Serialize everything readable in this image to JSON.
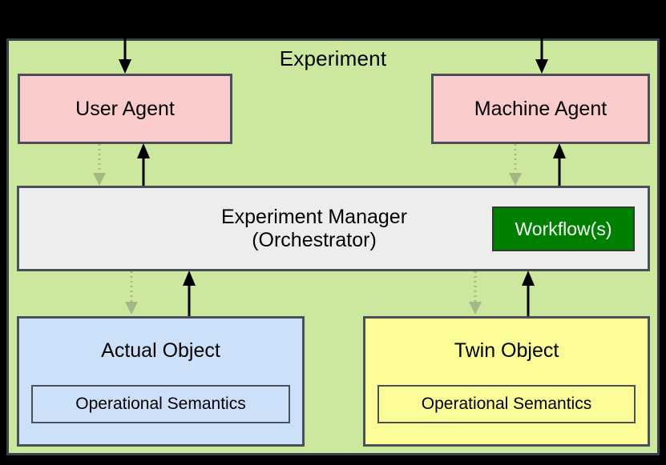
{
  "diagram": {
    "title": "Experiment",
    "background_color": "#000000",
    "panel_color": "#cce79e",
    "border_color": "#3a4249"
  },
  "nodes": {
    "user_agent": {
      "label": "User Agent",
      "color": "#fccccc"
    },
    "machine_agent": {
      "label": "Machine Agent",
      "color": "#fccccc"
    },
    "experiment_manager": {
      "line1": "Experiment Manager",
      "line2": "(Orchestrator)",
      "color": "#ededed"
    },
    "workflow_badge": {
      "label": "Workflow(s)",
      "color": "#008000",
      "text_color": "#ffffff"
    },
    "actual_object": {
      "label": "Actual Object",
      "color": "#cce0fa",
      "semantics_label": "Operational Semantics"
    },
    "twin_object": {
      "label": "Twin Object",
      "color": "#fcfc99",
      "semantics_label": "Operational Semantics"
    }
  },
  "edges": [
    {
      "name": "external-to-user-agent",
      "style": "solid",
      "direction": "down",
      "color": "#000000"
    },
    {
      "name": "external-to-machine-agent",
      "style": "solid",
      "direction": "down",
      "color": "#000000"
    },
    {
      "name": "user-agent-to-manager",
      "style": "dotted",
      "direction": "down",
      "color": "#a3b882"
    },
    {
      "name": "manager-to-user-agent",
      "style": "solid",
      "direction": "up",
      "color": "#000000"
    },
    {
      "name": "machine-agent-to-manager",
      "style": "dotted",
      "direction": "down",
      "color": "#a3b882"
    },
    {
      "name": "manager-to-machine-agent",
      "style": "solid",
      "direction": "up",
      "color": "#000000"
    },
    {
      "name": "manager-to-actual-object",
      "style": "dotted",
      "direction": "down",
      "color": "#a3b882"
    },
    {
      "name": "actual-object-to-manager",
      "style": "solid",
      "direction": "up",
      "color": "#000000"
    },
    {
      "name": "manager-to-twin-object",
      "style": "dotted",
      "direction": "down",
      "color": "#a3b882"
    },
    {
      "name": "twin-object-to-manager",
      "style": "solid",
      "direction": "up",
      "color": "#000000"
    }
  ]
}
